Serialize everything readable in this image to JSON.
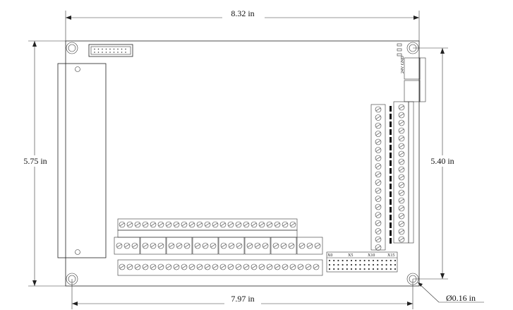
{
  "dimensions": {
    "overall_width": "8.32 in",
    "overall_height": "5.75 in",
    "hole_spacing_vertical": "5.40 in",
    "hole_spacing_horizontal": "7.97 in",
    "hole_diameter": "Ø0.16 in"
  },
  "labels": {
    "io_header": [
      "X0",
      "X5",
      "X10",
      "X15"
    ],
    "power_connector": "24V GND"
  }
}
